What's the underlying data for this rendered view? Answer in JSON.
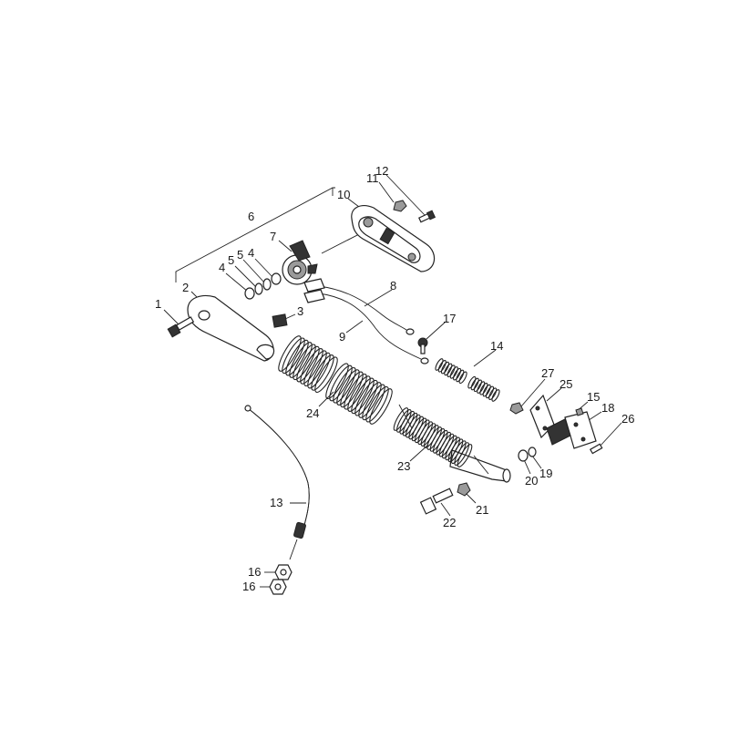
{
  "diagram": {
    "kind": "exploded parts view",
    "callouts": [
      "1",
      "2",
      "3",
      "4",
      "5",
      "5",
      "4",
      "6",
      "7",
      "8",
      "9",
      "10",
      "11",
      "12",
      "13",
      "14",
      "15",
      "16",
      "16",
      "17",
      "18",
      "19",
      "20",
      "21",
      "22",
      "23",
      "24",
      "25",
      "26",
      "27"
    ]
  }
}
